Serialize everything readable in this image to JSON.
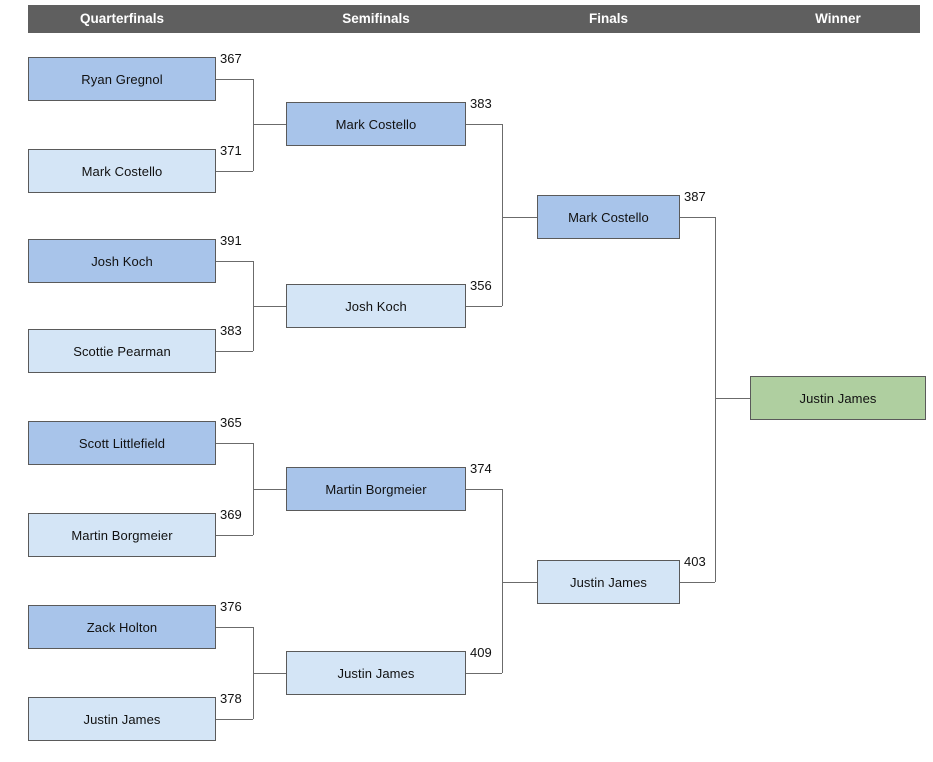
{
  "header": {
    "columns": [
      {
        "label": "Quarterfinals"
      },
      {
        "label": "Semifinals"
      },
      {
        "label": "Finals"
      },
      {
        "label": "Winner"
      }
    ]
  },
  "bracket": {
    "quarterfinals": [
      {
        "name": "Ryan Gregnol",
        "score": "367",
        "advanced": false,
        "style": "winner-seed"
      },
      {
        "name": "Mark Costello",
        "score": "371",
        "advanced": true,
        "style": "loser-seed"
      },
      {
        "name": "Josh Koch",
        "score": "391",
        "advanced": true,
        "style": "winner-seed"
      },
      {
        "name": "Scottie Pearman",
        "score": "383",
        "advanced": false,
        "style": "loser-seed"
      },
      {
        "name": "Scott Littlefield",
        "score": "365",
        "advanced": false,
        "style": "winner-seed"
      },
      {
        "name": "Martin Borgmeier",
        "score": "369",
        "advanced": true,
        "style": "loser-seed"
      },
      {
        "name": "Zack Holton",
        "score": "376",
        "advanced": false,
        "style": "winner-seed"
      },
      {
        "name": "Justin James",
        "score": "378",
        "advanced": true,
        "style": "loser-seed"
      }
    ],
    "semifinals": [
      {
        "name": "Mark Costello",
        "score": "383",
        "advanced": true,
        "style": "winner-seed"
      },
      {
        "name": "Josh Koch",
        "score": "356",
        "advanced": false,
        "style": "loser-seed"
      },
      {
        "name": "Martin Borgmeier",
        "score": "374",
        "advanced": false,
        "style": "winner-seed"
      },
      {
        "name": "Justin James",
        "score": "409",
        "advanced": true,
        "style": "loser-seed"
      }
    ],
    "finals": [
      {
        "name": "Mark Costello",
        "score": "387",
        "advanced": false,
        "style": "winner-seed"
      },
      {
        "name": "Justin James",
        "score": "403",
        "advanced": true,
        "style": "loser-seed"
      }
    ],
    "winner": {
      "name": "Justin James",
      "style": "champion"
    }
  },
  "colors": {
    "header_bar": "#5f5f5f",
    "header_text": "#ffffff",
    "box_high_seed": "#a8c4ea",
    "box_low_seed": "#d4e5f6",
    "box_champion": "#afcfa0",
    "box_border": "#5a5a5a",
    "connector": "#6b6b6b",
    "page_background": "#ffffff"
  }
}
